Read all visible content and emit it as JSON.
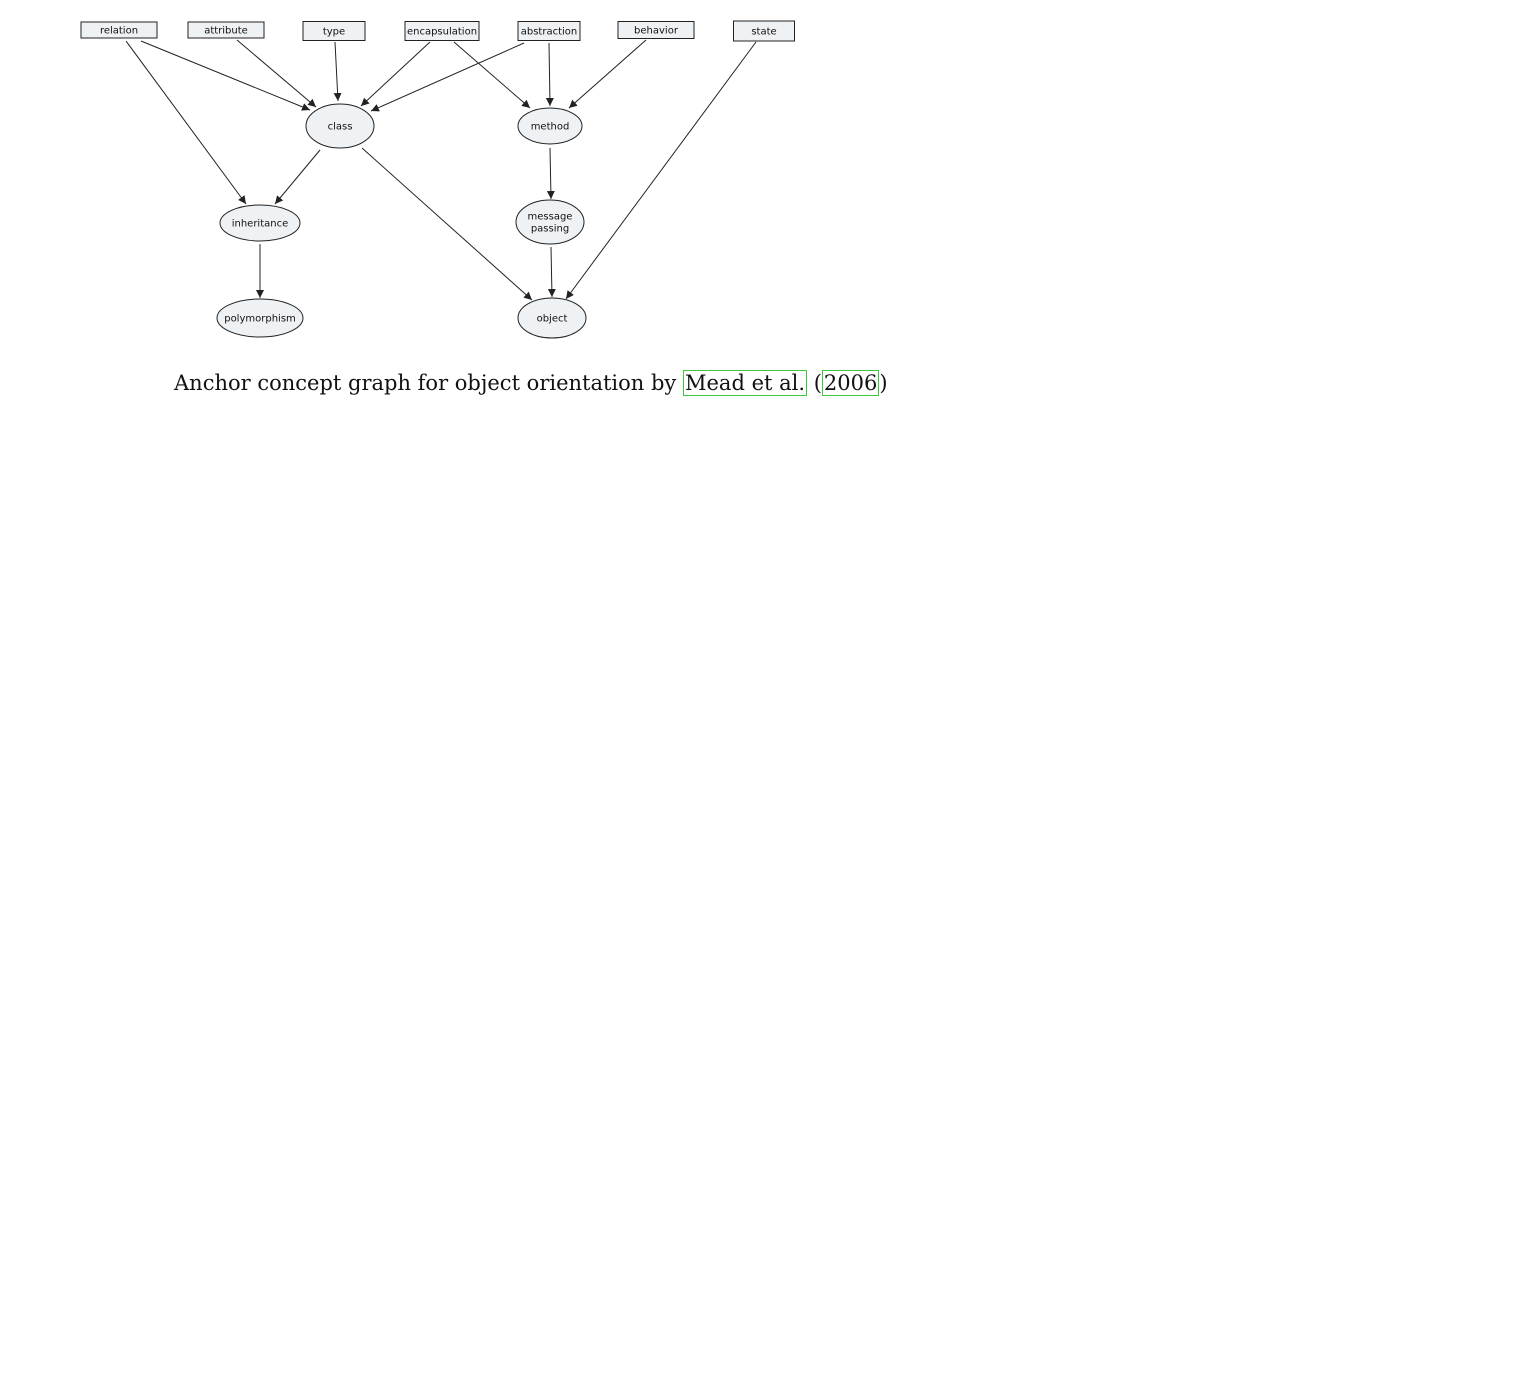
{
  "diagram": {
    "colors": {
      "node_fill": "#eef2f4",
      "stroke": "#222222",
      "citation_box": "#3cc83c"
    },
    "nodes": [
      {
        "id": "relation",
        "label": "relation",
        "shape": "rect"
      },
      {
        "id": "attribute",
        "label": "attribute",
        "shape": "rect"
      },
      {
        "id": "type",
        "label": "type",
        "shape": "rect"
      },
      {
        "id": "encapsulation",
        "label": "encapsulation",
        "shape": "rect"
      },
      {
        "id": "abstraction",
        "label": "abstraction",
        "shape": "rect"
      },
      {
        "id": "behavior",
        "label": "behavior",
        "shape": "rect"
      },
      {
        "id": "state",
        "label": "state",
        "shape": "rect"
      },
      {
        "id": "class",
        "label": "class",
        "shape": "ellipse"
      },
      {
        "id": "method",
        "label": "method",
        "shape": "ellipse"
      },
      {
        "id": "inheritance",
        "label": "inheritance",
        "shape": "ellipse"
      },
      {
        "id": "message-passing",
        "label": "message passing",
        "shape": "ellipse"
      },
      {
        "id": "polymorphism",
        "label": "polymorphism",
        "shape": "ellipse"
      },
      {
        "id": "object",
        "label": "object",
        "shape": "ellipse"
      }
    ],
    "edges": [
      {
        "from": "relation",
        "to": "class"
      },
      {
        "from": "relation",
        "to": "inheritance"
      },
      {
        "from": "attribute",
        "to": "class"
      },
      {
        "from": "type",
        "to": "class"
      },
      {
        "from": "encapsulation",
        "to": "class"
      },
      {
        "from": "encapsulation",
        "to": "method"
      },
      {
        "from": "abstraction",
        "to": "class"
      },
      {
        "from": "abstraction",
        "to": "method"
      },
      {
        "from": "behavior",
        "to": "method"
      },
      {
        "from": "state",
        "to": "object"
      },
      {
        "from": "class",
        "to": "inheritance"
      },
      {
        "from": "class",
        "to": "object"
      },
      {
        "from": "method",
        "to": "message-passing"
      },
      {
        "from": "message-passing",
        "to": "object"
      },
      {
        "from": "inheritance",
        "to": "polymorphism"
      }
    ]
  },
  "caption": {
    "text": "Anchor concept graph for object orientation by",
    "cite_authors": "Mead et al.",
    "cite_open": "(",
    "cite_year": "2006",
    "cite_close": ")"
  }
}
